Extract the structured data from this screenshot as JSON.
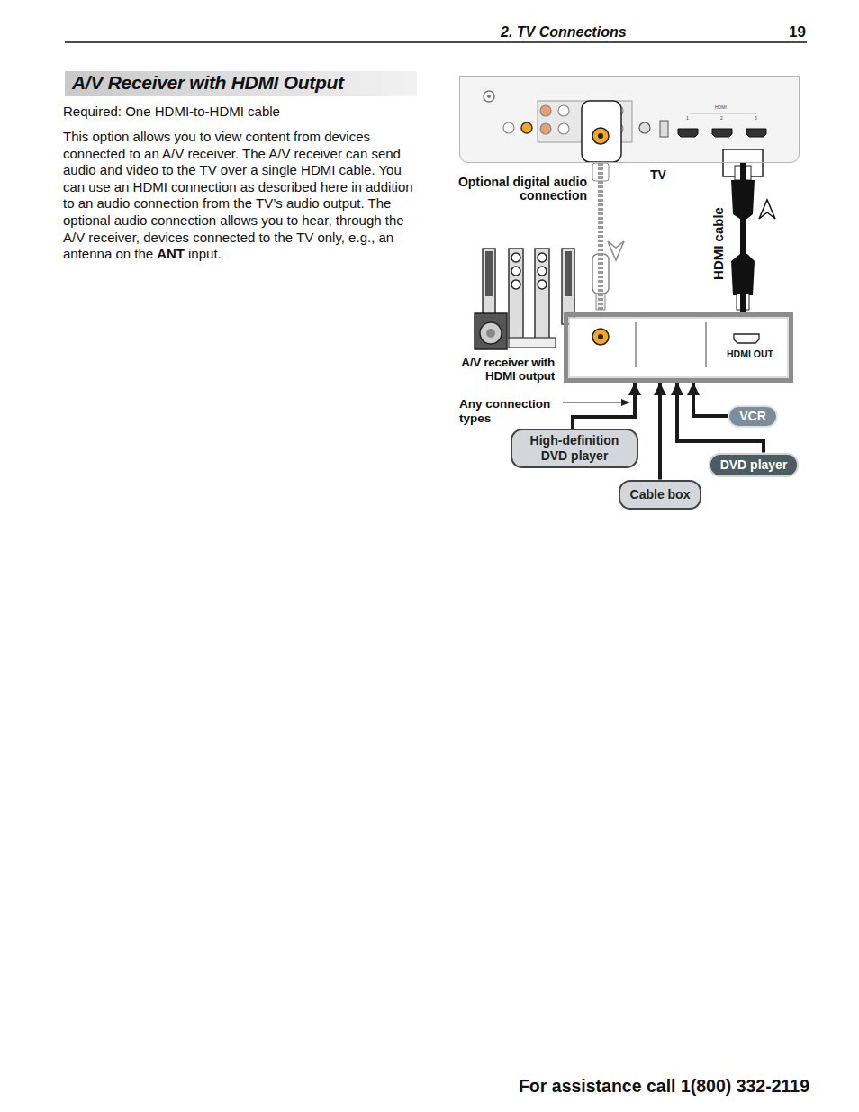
{
  "diagram": {
    "title": "A/V Receiver with HDMI Output",
    "nodes": [
      {
        "text": [
          "TV"
        ]
      },
      {
        "text": [
          "A/V receiver with HDMI output",
          "HDMI OUT"
        ]
      },
      {
        "text": [
          "VCR"
        ]
      },
      {
        "text": [
          "High-definition DVD player"
        ]
      },
      {
        "text": [
          "DVD player"
        ]
      },
      {
        "text": [
          "Cable box"
        ]
      }
    ],
    "edges": [
      {
        "from": 1,
        "to": 0,
        "arrow": "none",
        "label": "HDMI cable"
      },
      {
        "from": 0,
        "to": 1,
        "arrow": "none",
        "label": "Optional digital audio connection"
      },
      {
        "from": 2,
        "to": 1,
        "arrow": "to"
      },
      {
        "from": 3,
        "to": 1,
        "arrow": "to"
      },
      {
        "from": 4,
        "to": 1,
        "arrow": "to"
      },
      {
        "from": 5,
        "to": 1,
        "arrow": "to"
      }
    ],
    "labels": [
      "2. TV Connections",
      "19",
      "Required: One HDMI-to-HDMI cable",
      "This option allows you to view content from devices connected to an A/V receiver. The A/V receiver can send audio and video to the TV over a single HDMI cable. You can use an HDMI connection as described here in addition to an audio connection from the TV’s audio output. The optional audio connection allows you to hear, through the A/V receiver, devices connected to the TV only, e.g., an antenna on the",
      "ANT",
      "input.",
      "HDMI",
      "1",
      "2",
      "3",
      "Any connection types",
      "For assistance call 1(800) 332-2119"
    ]
  }
}
